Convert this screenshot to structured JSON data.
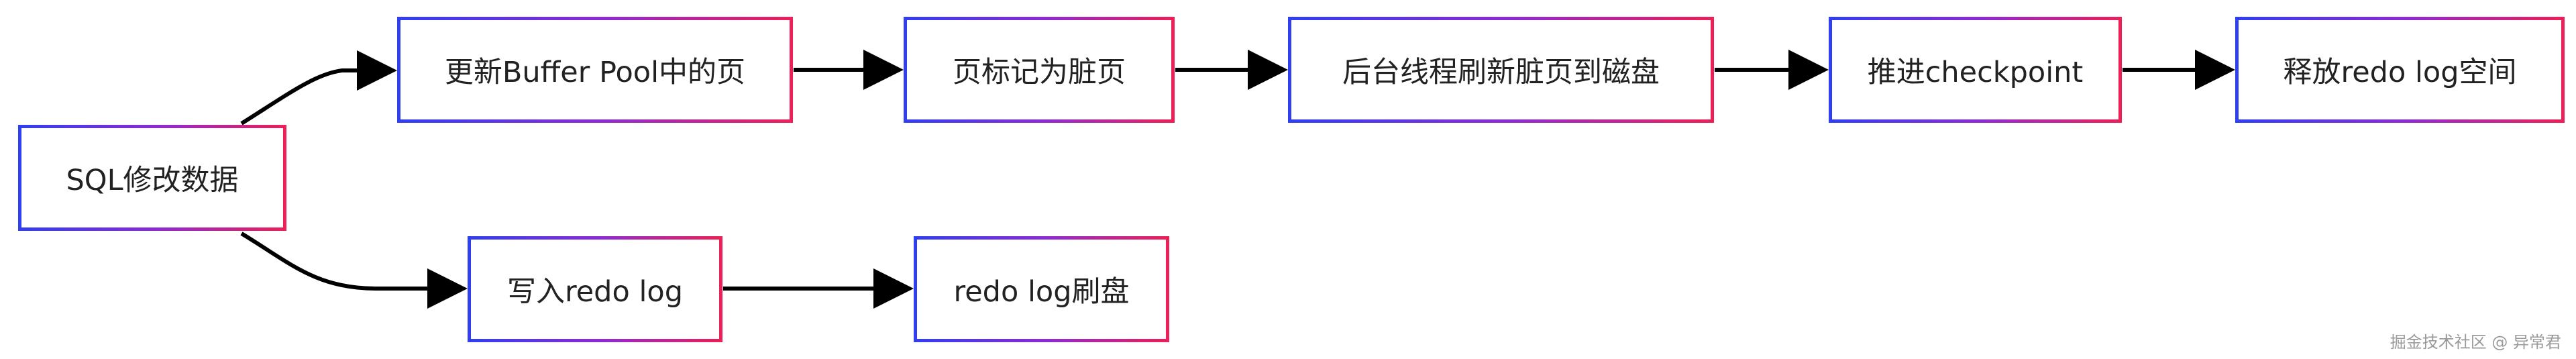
{
  "nodes": {
    "sql": "SQL修改数据",
    "update_buffer": "更新Buffer Pool中的页",
    "mark_dirty": "页标记为脏页",
    "flush_dirty": "后台线程刷新脏页到磁盘",
    "checkpoint": "推进checkpoint",
    "release_log": "释放redo log空间",
    "write_redo": "写入redo log",
    "flush_redo": "redo log刷盘"
  },
  "watermark": "掘金技术社区 @ 异常君",
  "colors": {
    "border_start": "#2f3ff0",
    "border_end": "#ee1f56",
    "arrow": "#000000"
  }
}
